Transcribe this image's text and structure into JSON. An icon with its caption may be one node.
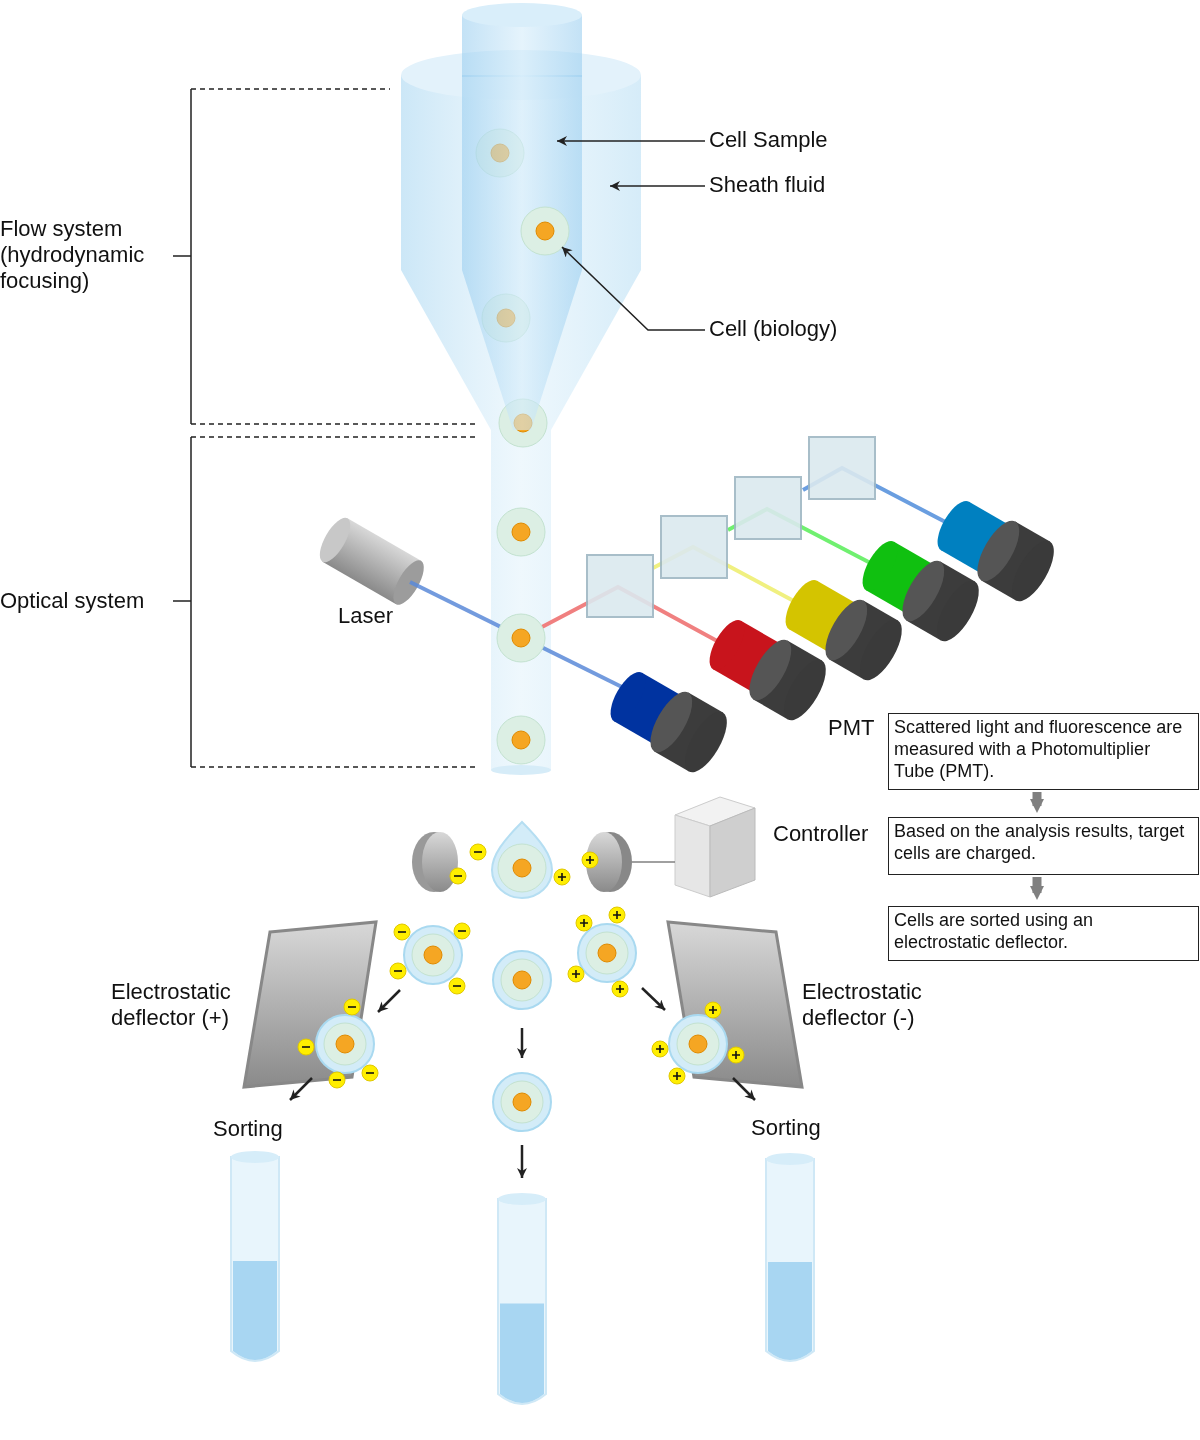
{
  "diagram": {
    "nodes": [
      {
        "text": [],
        "shape": "picture"
      },
      {
        "text": [],
        "shape": "cylinder",
        "in": 0
      },
      {
        "text": [
          "Cell Sample"
        ]
      },
      {
        "text": [
          "Sheath fluid"
        ]
      },
      {
        "text": [
          "Cell (biology)"
        ]
      },
      {
        "text": [],
        "shape": "circle",
        "in": 1
      },
      {
        "text": [
          "Scattered light and fluorescence are measured with a Photomultiplier Tube (PMT)."
        ],
        "beside": [
          "PMT"
        ]
      },
      {
        "text": [
          "Based on the analysis results, target cells are charged."
        ],
        "beside": [
          "Controller"
        ]
      },
      {
        "text": [
          "Cells are sorted using an electrostatic deflector."
        ]
      },
      {
        "text": [],
        "shape": "box"
      },
      {
        "text": [],
        "shape": "picture"
      }
    ],
    "edges": [
      {
        "from": 2,
        "to": 1,
        "arrow": "to"
      },
      {
        "from": 3,
        "to": 0,
        "arrow": "to"
      },
      {
        "from": 4,
        "to": 5,
        "arrow": "to"
      },
      {
        "from": 6,
        "to": 7,
        "arrow": "to",
        "style": "thick",
        "color": "#808080"
      },
      {
        "from": 7,
        "to": 8,
        "arrow": "to",
        "style": "thick",
        "color": "#808080"
      },
      {
        "from": 9,
        "to": 10,
        "arrow": "none",
        "color": "#808080"
      }
    ],
    "labels": [
      "Flow system (hydrodynamic focusing)",
      "Optical system",
      "Laser",
      "Electrostatic deflector (+)",
      "Electrostatic deflector (-)",
      "Sorting",
      "Sorting"
    ]
  }
}
